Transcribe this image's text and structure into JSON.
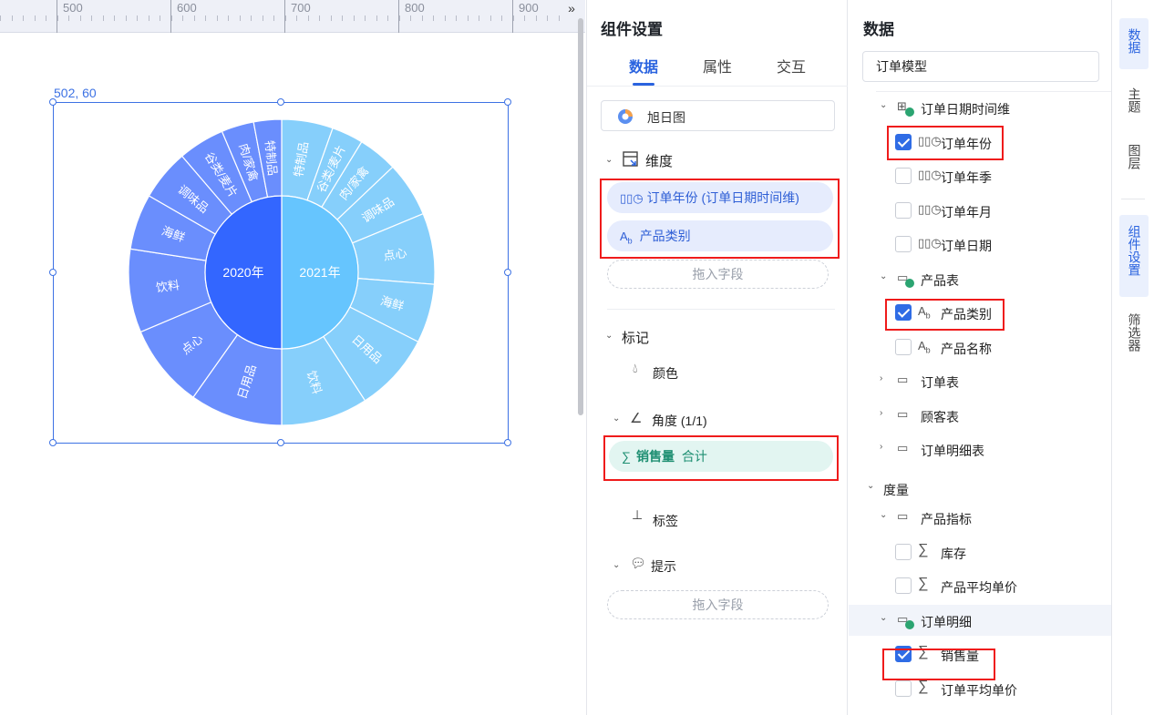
{
  "canvas": {
    "ruler_labels": [
      "500",
      "600",
      "700",
      "800",
      "900"
    ],
    "more_icon": "»",
    "selection_coord": "502, 60"
  },
  "chart_data": {
    "type": "sunburst",
    "inner": [
      {
        "name": "2020年",
        "value": 1,
        "color": "#3366ff"
      },
      {
        "name": "2021年",
        "value": 1,
        "color": "#66c5fe"
      }
    ],
    "outer": [
      {
        "parent": "2021年",
        "name": "特制品",
        "value": 0.65,
        "color": "#86cffb"
      },
      {
        "parent": "2021年",
        "name": "谷类/麦片",
        "value": 0.4,
        "color": "#86cffb"
      },
      {
        "parent": "2021年",
        "name": "肉/家禽",
        "value": 0.5,
        "color": "#86cffb"
      },
      {
        "parent": "2021年",
        "name": "调味品",
        "value": 0.7,
        "color": "#86cffb"
      },
      {
        "parent": "2021年",
        "name": "点心",
        "value": 0.9,
        "color": "#86cffb"
      },
      {
        "parent": "2021年",
        "name": "海鲜",
        "value": 0.75,
        "color": "#86cffb"
      },
      {
        "parent": "2021年",
        "name": "日用品",
        "value": 1.0,
        "color": "#86cffb"
      },
      {
        "parent": "2021年",
        "name": "饮料",
        "value": 1.1,
        "color": "#86cffb"
      },
      {
        "parent": "2020年",
        "name": "日用品",
        "value": 1.0,
        "color": "#6a8efd"
      },
      {
        "parent": "2020年",
        "name": "点心",
        "value": 0.9,
        "color": "#6a8efd"
      },
      {
        "parent": "2020年",
        "name": "饮料",
        "value": 0.9,
        "color": "#6a8efd"
      },
      {
        "parent": "2020年",
        "name": "海鲜",
        "value": 0.6,
        "color": "#6a8efd"
      },
      {
        "parent": "2020年",
        "name": "调味品",
        "value": 0.55,
        "color": "#6a8efd"
      },
      {
        "parent": "2020年",
        "name": "谷类/麦片",
        "value": 0.5,
        "color": "#6a8efd"
      },
      {
        "parent": "2020年",
        "name": "肉/家禽",
        "value": 0.35,
        "color": "#6a8efd"
      },
      {
        "parent": "2020年",
        "name": "特制品",
        "value": 0.3,
        "color": "#6a8efd"
      }
    ]
  },
  "settings": {
    "title": "组件设置",
    "tabs": [
      "数据",
      "属性",
      "交互"
    ],
    "active_tab": "数据",
    "chart_type": "旭日图",
    "dimension_section": "维度",
    "dimension_fields": [
      "订单年份 (订单日期时间维)",
      "产品类别"
    ],
    "drop_placeholder": "拖入字段",
    "marks_section": "标记",
    "color_label": "颜色",
    "angle_label": "角度 (1/1)",
    "angle_field": "销售量",
    "angle_agg": "合计",
    "label_label": "标签",
    "tooltip_label": "提示"
  },
  "data_panel": {
    "title": "数据",
    "model": "订单模型",
    "tree": [
      {
        "label": "订单日期时间维",
        "kind": "folder-time",
        "level": 1,
        "expanded": true
      },
      {
        "label": "订单年份",
        "kind": "time",
        "level": 2,
        "checked": true
      },
      {
        "label": "订单年季",
        "kind": "time",
        "level": 2,
        "checked": false
      },
      {
        "label": "订单年月",
        "kind": "time",
        "level": 2,
        "checked": false
      },
      {
        "label": "订单日期",
        "kind": "time",
        "level": 2,
        "checked": false
      },
      {
        "label": "产品表",
        "kind": "folder-check",
        "level": 1,
        "expanded": true
      },
      {
        "label": "产品类别",
        "kind": "text",
        "level": 2,
        "checked": true
      },
      {
        "label": "产品名称",
        "kind": "text",
        "level": 2,
        "checked": false
      },
      {
        "label": "订单表",
        "kind": "folder",
        "level": 1,
        "expanded": false
      },
      {
        "label": "顾客表",
        "kind": "folder",
        "level": 1,
        "expanded": false
      },
      {
        "label": "订单明细表",
        "kind": "folder",
        "level": 1,
        "expanded": false
      },
      {
        "label": "度量",
        "kind": "section",
        "level": 0,
        "expanded": true
      },
      {
        "label": "产品指标",
        "kind": "folder-open",
        "level": 1,
        "expanded": true
      },
      {
        "label": "库存",
        "kind": "measure",
        "level": 2,
        "checked": false
      },
      {
        "label": "产品平均单价",
        "kind": "measure",
        "level": 2,
        "checked": false
      },
      {
        "label": "订单明细",
        "kind": "folder-check",
        "level": 1,
        "expanded": true,
        "highlighted": true
      },
      {
        "label": "销售量",
        "kind": "measure",
        "level": 2,
        "checked": true
      },
      {
        "label": "订单平均单价",
        "kind": "measure",
        "level": 2,
        "checked": false
      }
    ]
  },
  "rail": {
    "items": [
      "数据",
      "主题",
      "图层",
      "组件设置",
      "筛选器"
    ],
    "active": [
      "数据",
      "组件设置"
    ]
  },
  "colors": {
    "accent": "#2a63df",
    "highlight_box": "#ef1b1b",
    "checkbox_on": "#2f6ce5"
  }
}
